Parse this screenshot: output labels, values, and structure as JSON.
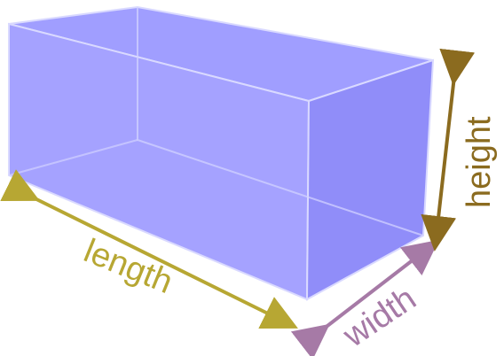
{
  "diagram": {
    "labels": {
      "length": "length",
      "width": "width",
      "height": "height"
    },
    "colors": {
      "box_fill": "#8f8cff",
      "box_top": "#9e9bff",
      "box_front": "#7f7dff",
      "box_side": "#6f6cf2",
      "box_edge": "#cfcfff",
      "length": "#b7a733",
      "width": "#a67aa6",
      "height": "#8b6b1f"
    }
  }
}
